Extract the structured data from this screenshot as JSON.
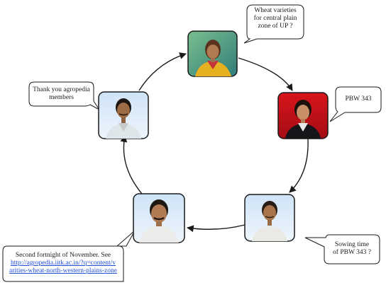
{
  "colors": {
    "accent_link": "#1f4fd6",
    "frame": "#1a1a1a",
    "photo_bg_top": "#3a8a7a",
    "photo_bg_right": "#c0121a",
    "photo_bg_light": "#bcd6f0"
  },
  "people": [
    {
      "name": "person-top",
      "icon": "woman-yellow-sari"
    },
    {
      "name": "person-right",
      "icon": "woman-red-background"
    },
    {
      "name": "person-bottom-right",
      "icon": "man-light-background"
    },
    {
      "name": "person-bottom-left",
      "icon": "man-mustache"
    },
    {
      "name": "person-left",
      "icon": "man-checked-shirt"
    }
  ],
  "bubbles": {
    "top": {
      "lines": [
        "Wheat varieties",
        "for central plain",
        "zone of UP ?"
      ]
    },
    "right": {
      "lines": [
        "PBW 343"
      ]
    },
    "bottom_right": {
      "lines": [
        "Sowing time",
        "of PBW 343 ?"
      ]
    },
    "left": {
      "lines": [
        "Thank you agropedia",
        "members"
      ]
    },
    "bottom_left": {
      "lines": [
        "Second fortnight of November. See"
      ],
      "link_lines": [
        "http://agropedia.iitk.ac.in/?q=content/v",
        "arities-wheat-north-western-plains-zone"
      ]
    }
  }
}
